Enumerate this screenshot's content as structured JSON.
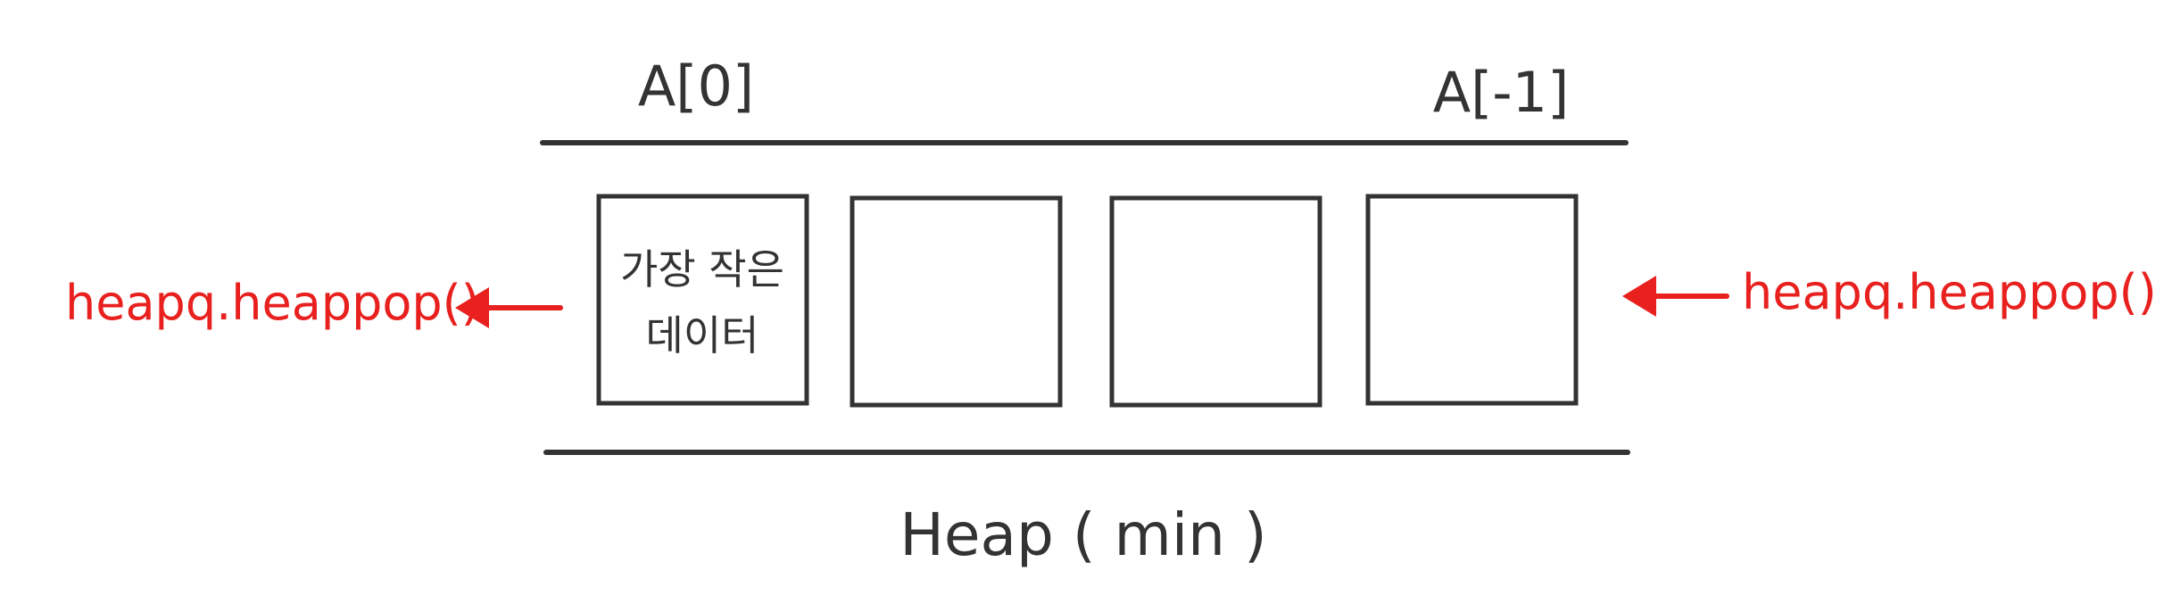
{
  "labels": {
    "first_index": "A[0]",
    "last_index": "A[-1]",
    "heap_title": "Heap ( min )",
    "left_call": "heapq.heappop()",
    "right_call": "heapq.heappop()"
  },
  "cells": [
    {
      "line1": "가장 작은",
      "line2": "데이터"
    },
    {
      "line1": "",
      "line2": ""
    },
    {
      "line1": "",
      "line2": ""
    },
    {
      "line1": "",
      "line2": ""
    }
  ],
  "colors": {
    "ink": "#333333",
    "accent": "#e8201e"
  },
  "icons": {
    "left_arrow": "arrow-left-icon",
    "right_arrow": "arrow-left-icon"
  }
}
